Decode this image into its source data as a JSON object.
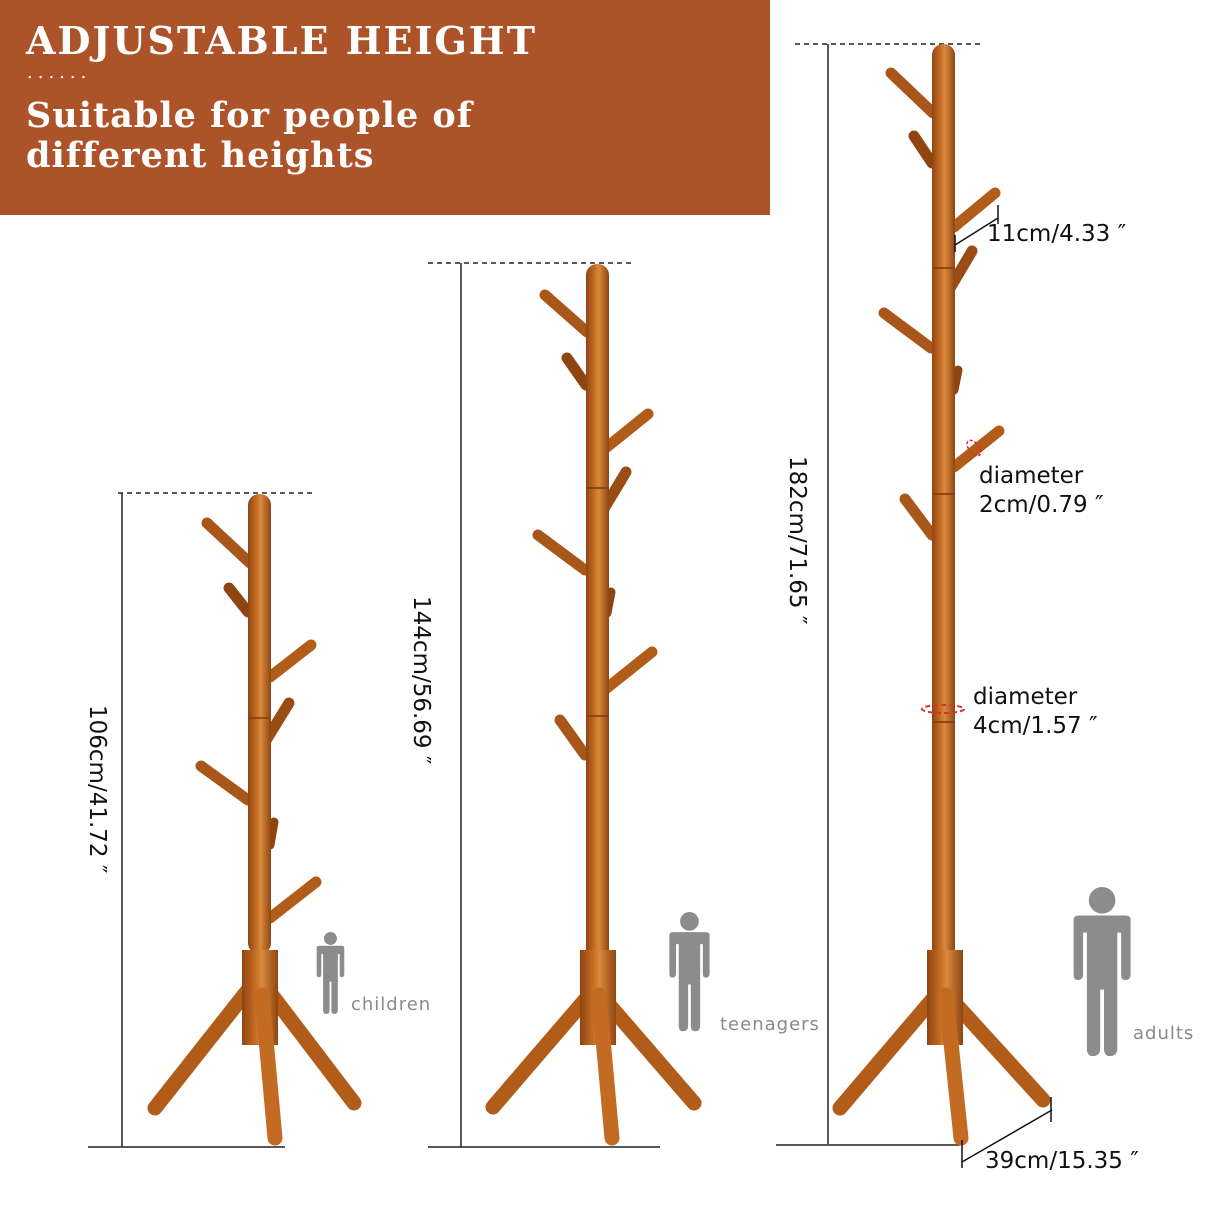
{
  "banner": {
    "title": "ADJUSTABLE HEIGHT",
    "dots": "......",
    "subtitle_line1": "Suitable for people of",
    "subtitle_line2": "different heights",
    "background_color": "#ad532a"
  },
  "stands": [
    {
      "size": "small",
      "height_label": "106cm/41.72 ″",
      "person_label": "children"
    },
    {
      "size": "medium",
      "height_label": "144cm/56.69 ″",
      "person_label": "teenagers"
    },
    {
      "size": "large",
      "height_label": "182cm/71.65 ″",
      "person_label": "adults"
    }
  ],
  "annotations": {
    "hook_length": "11cm/4.33 ″",
    "hook_diameter_label": "diameter",
    "hook_diameter_value": "2cm/0.79 ″",
    "pole_diameter_label": "diameter",
    "pole_diameter_value": "4cm/1.57 ″",
    "base_width": "39cm/15.35 ″"
  },
  "colors": {
    "wood": "#b8611c",
    "wood_dark": "#8f4512",
    "person": "#8c8c8c",
    "accent_red": "#d9302a"
  }
}
